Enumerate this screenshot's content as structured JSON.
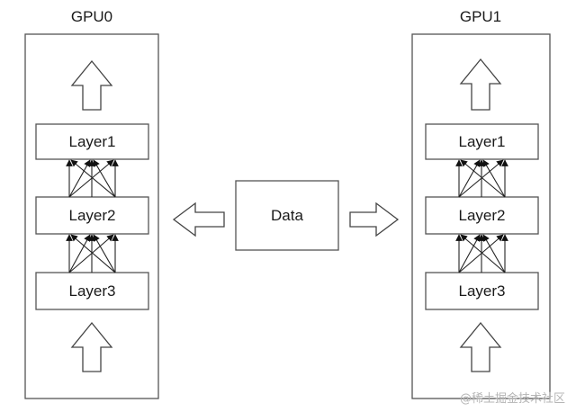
{
  "gpus": [
    {
      "title": "GPU0",
      "layers": [
        "Layer1",
        "Layer2",
        "Layer3"
      ]
    },
    {
      "title": "GPU1",
      "layers": [
        "Layer1",
        "Layer2",
        "Layer3"
      ]
    }
  ],
  "data_box": {
    "label": "Data"
  },
  "watermark": "@稀土掘金技术社区",
  "colors": {
    "stroke": "#555555",
    "text": "#1a1a1a",
    "watermark": "#b5b5b5"
  }
}
